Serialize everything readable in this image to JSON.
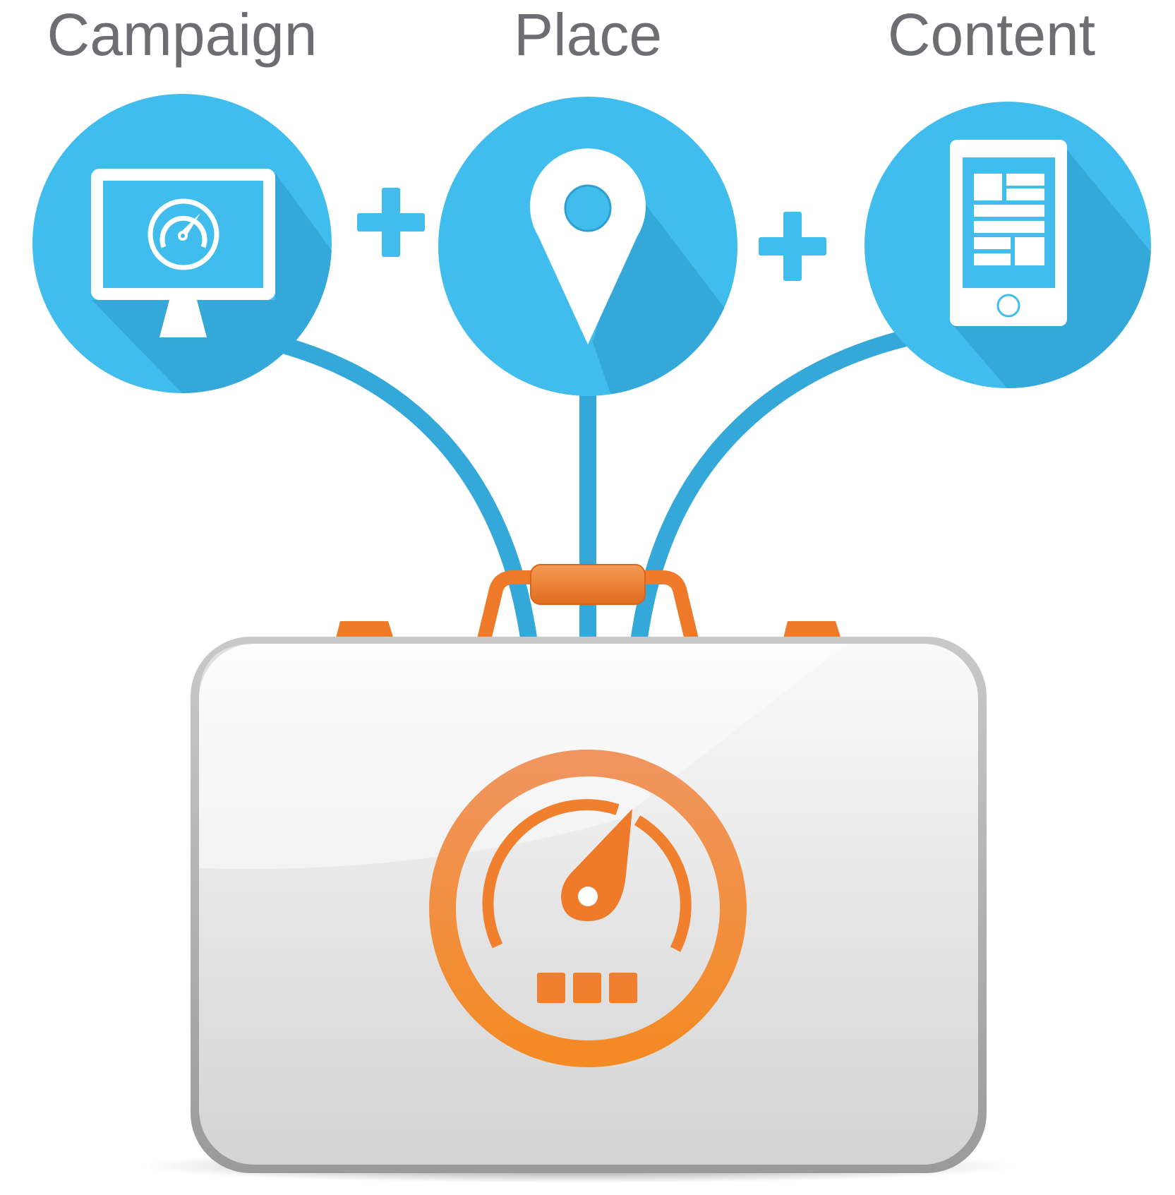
{
  "labels": {
    "campaign": "Campaign",
    "place": "Place",
    "content": "Content"
  },
  "operators": [
    "+",
    "+"
  ],
  "icons": {
    "campaign": "monitor-with-gauge-icon",
    "place": "map-pin-icon",
    "content": "tablet-layout-icon",
    "case": "gauge-logo-icon"
  },
  "colors": {
    "label_text": "#6d6e71",
    "circle_blue": "#40bdec",
    "circle_shadow": "#34a8d8",
    "connector_blue": "#34a8d8",
    "plus_blue": "#40bdec",
    "handle_orange": "#ee7a2a",
    "case_white": "#eeeeee",
    "logo_orange": "#f07f2e"
  }
}
